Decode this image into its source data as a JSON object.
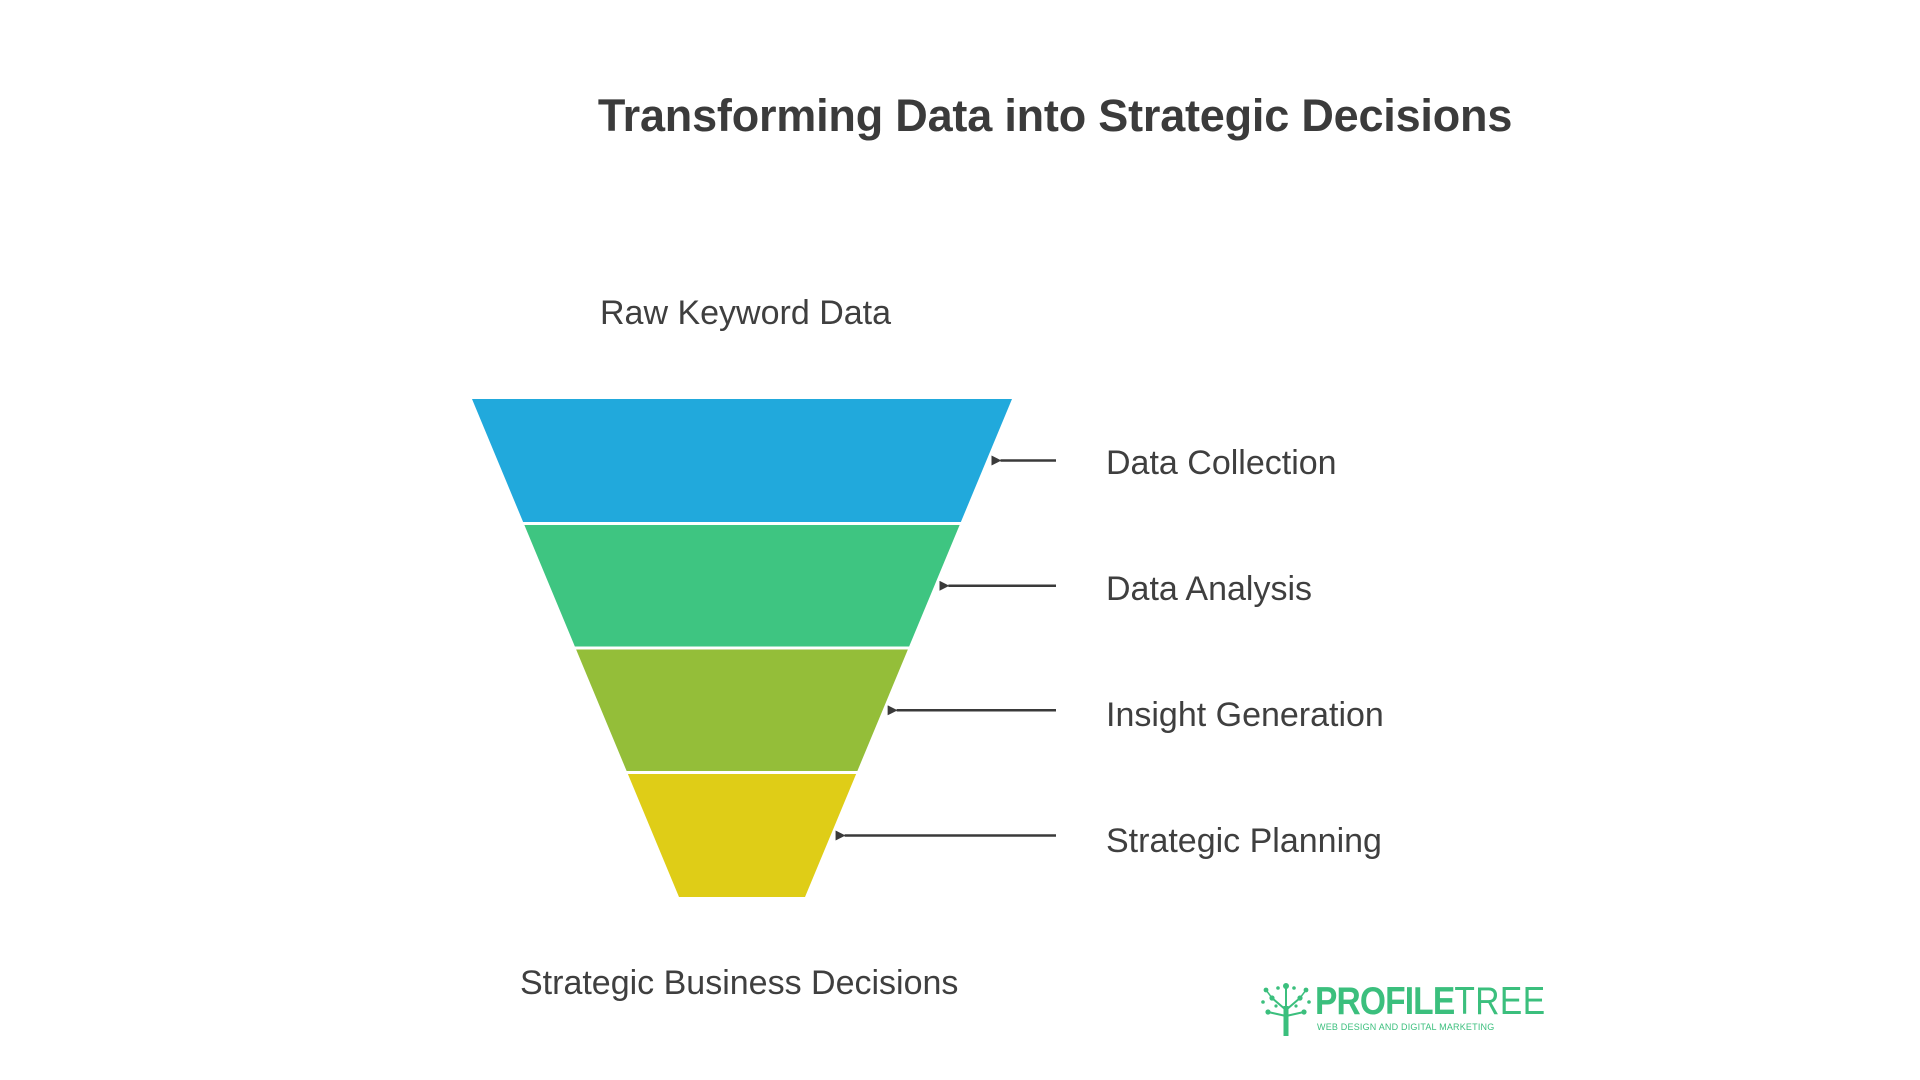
{
  "title": "Transforming Data into Strategic Decisions",
  "funnel": {
    "top_label": "Raw Keyword Data",
    "bottom_label": "Strategic Business Decisions",
    "stages": [
      {
        "label": "Data Collection",
        "color": "#21a9dc"
      },
      {
        "label": "Data Analysis",
        "color": "#3ec581"
      },
      {
        "label": "Insight Generation",
        "color": "#94be39"
      },
      {
        "label": "Strategic Planning",
        "color": "#dfcd17"
      }
    ]
  },
  "logo": {
    "name_bold": "PROFILE",
    "name_thin": "TREE",
    "tagline": "WEB DESIGN AND DIGITAL MARKETING",
    "color": "#3bbf7d"
  }
}
